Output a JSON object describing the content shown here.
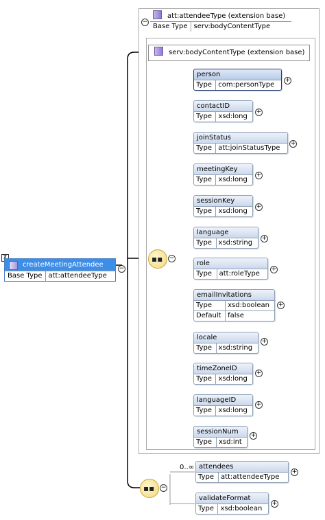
{
  "root": {
    "name": "createMeetingAttendee",
    "base_label": "Base Type",
    "base_value": "att:attendeeType"
  },
  "ext_attendee": {
    "name": "att:attendeeType (extension base)",
    "base_label": "Base Type",
    "base_value": "serv:bodyContentType"
  },
  "ext_body": {
    "name": "serv:bodyContentType (extension base)"
  },
  "elements": [
    {
      "name": "person",
      "rows": [
        [
          "Type",
          "com:personType"
        ]
      ]
    },
    {
      "name": "contactID",
      "rows": [
        [
          "Type",
          "xsd:long"
        ]
      ]
    },
    {
      "name": "joinStatus",
      "rows": [
        [
          "Type",
          "att:joinStatusType"
        ]
      ]
    },
    {
      "name": "meetingKey",
      "rows": [
        [
          "Type",
          "xsd:long"
        ]
      ]
    },
    {
      "name": "sessionKey",
      "rows": [
        [
          "Type",
          "xsd:long"
        ]
      ]
    },
    {
      "name": "language",
      "rows": [
        [
          "Type",
          "xsd:string"
        ]
      ]
    },
    {
      "name": "role",
      "rows": [
        [
          "Type",
          "att:roleType"
        ]
      ]
    },
    {
      "name": "emailInvitations",
      "rows": [
        [
          "Type",
          "xsd:boolean"
        ],
        [
          "Default",
          "false"
        ]
      ]
    },
    {
      "name": "locale",
      "rows": [
        [
          "Type",
          "xsd:string"
        ]
      ]
    },
    {
      "name": "timeZoneID",
      "rows": [
        [
          "Type",
          "xsd:long"
        ]
      ]
    },
    {
      "name": "languageID",
      "rows": [
        [
          "Type",
          "xsd:long"
        ]
      ]
    },
    {
      "name": "sessionNum",
      "rows": [
        [
          "Type",
          "xsd:int"
        ]
      ]
    }
  ],
  "second_seq": {
    "multiplicity": "0..∞",
    "elements": [
      {
        "name": "attendees",
        "rows": [
          [
            "Type",
            "att:attendeeType"
          ]
        ]
      },
      {
        "name": "validateFormat",
        "rows": [
          [
            "Type",
            "xsd:boolean"
          ]
        ]
      }
    ]
  },
  "symbols": {
    "plus": "+",
    "minus": "−",
    "collapse": "⊼",
    "sequence": "▪▪"
  }
}
